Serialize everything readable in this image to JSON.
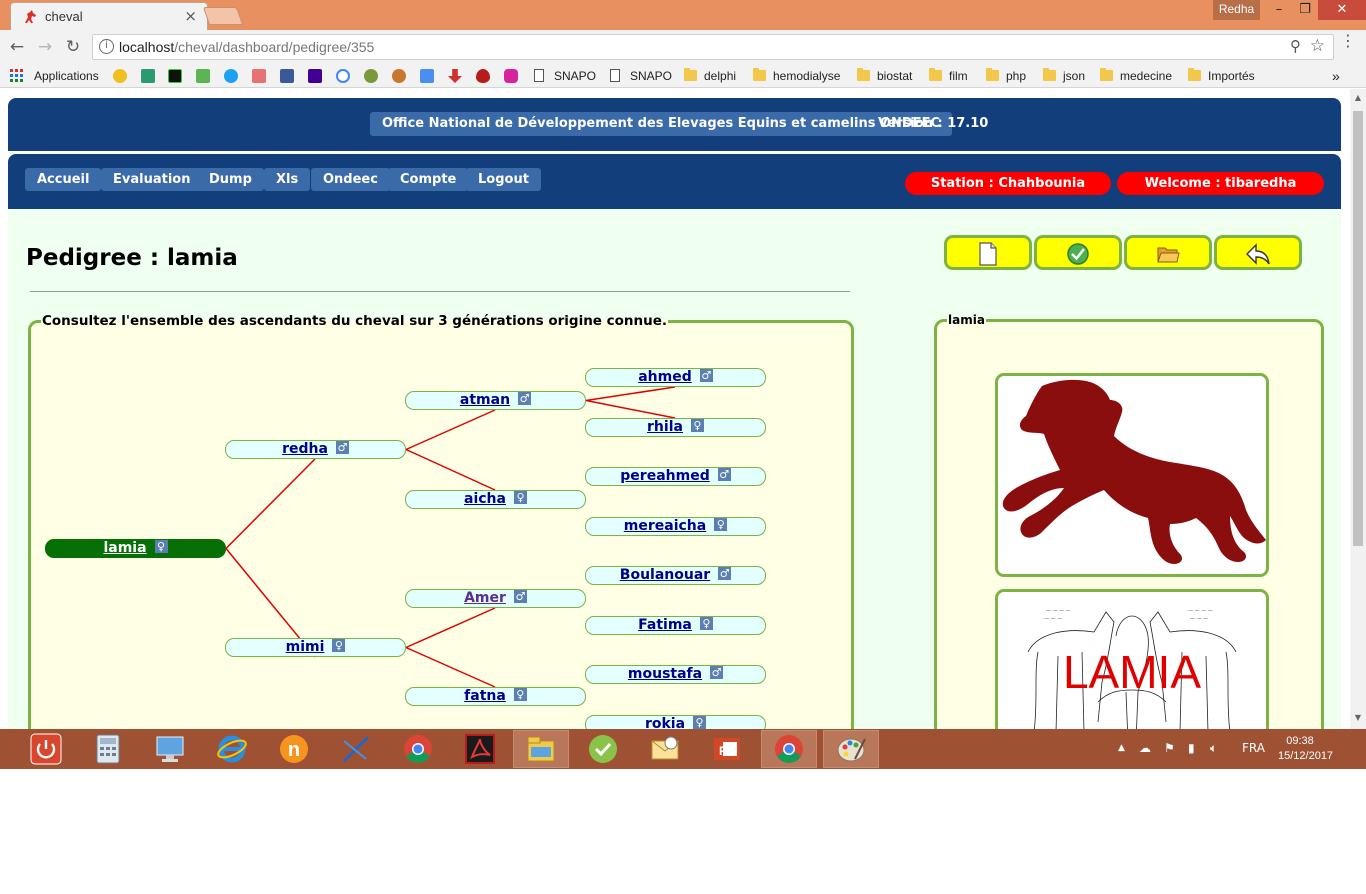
{
  "browser": {
    "tab_title": "cheval",
    "profile_name": "Redha",
    "url_host": "localhost",
    "url_path": "/cheval/dashboard/pedigree/355",
    "bookmarks": [
      {
        "label": "Applications",
        "icon": "apps-grid-icon"
      },
      {
        "label": "SNAPO",
        "icon": "document-icon"
      },
      {
        "label": "SNAPO",
        "icon": "document-icon"
      },
      {
        "label": "delphi",
        "icon": "folder-icon"
      },
      {
        "label": "hemodialyse",
        "icon": "folder-icon"
      },
      {
        "label": "biostat",
        "icon": "folder-icon"
      },
      {
        "label": "film",
        "icon": "folder-icon"
      },
      {
        "label": "php",
        "icon": "folder-icon"
      },
      {
        "label": "json",
        "icon": "folder-icon"
      },
      {
        "label": "medecine",
        "icon": "folder-icon"
      },
      {
        "label": "Importés",
        "icon": "folder-icon"
      }
    ]
  },
  "header": {
    "org_name": "Office National de Développement des Elevages Equins et camelins ONDEEC",
    "version": "Version : 17.10"
  },
  "nav": {
    "items": [
      "Accueil",
      "Evaluation",
      "Dump",
      "Xls",
      "Ondeec",
      "Compte",
      "Logout"
    ],
    "station": "Station : Chahbounia",
    "welcome": "Welcome : tibaredha"
  },
  "page": {
    "title": "Pedigree : lamia",
    "actions": [
      "new-document-icon",
      "validate-check-icon",
      "open-folder-icon",
      "back-arrow-icon"
    ]
  },
  "pedigree": {
    "legend": "Consultez l'ensemble des ascendants du cheval sur 3 générations origine connue.",
    "male_symbol": "♂",
    "female_symbol": "♀",
    "root": {
      "name": "lamia",
      "sex": "♀"
    },
    "gen1": [
      {
        "name": "redha",
        "sex": "♂"
      },
      {
        "name": "mimi",
        "sex": "♀"
      }
    ],
    "gen2": [
      {
        "name": "atman",
        "sex": "♂"
      },
      {
        "name": "aicha",
        "sex": "♀"
      },
      {
        "name": "Amer",
        "sex": "♂"
      },
      {
        "name": "fatna",
        "sex": "♀"
      }
    ],
    "gen3": [
      {
        "name": "ahmed",
        "sex": "♂"
      },
      {
        "name": "rhila",
        "sex": "♀"
      },
      {
        "name": "pereahmed",
        "sex": "♂"
      },
      {
        "name": "mereaicha",
        "sex": "♀"
      },
      {
        "name": "Boulanouar",
        "sex": "♂"
      },
      {
        "name": "Fatima",
        "sex": "♀"
      },
      {
        "name": "moustafa",
        "sex": "♂"
      },
      {
        "name": "rokia",
        "sex": "♀"
      }
    ]
  },
  "photos": {
    "legend": "lamia",
    "horse_color": "#8b0e0e",
    "sketch_label": "LAMIA"
  },
  "taskbar": {
    "lang": "FRA",
    "time": "09:38",
    "date": "15/12/2017"
  },
  "colors": {
    "header_bg": "#123e7c",
    "nav_btn": "#3a6aa8",
    "alert_red": "#ff0000",
    "content_bg": "#effff0",
    "panel_border": "#7cb342",
    "root_node": "#067006",
    "link_lines": "#e00000"
  }
}
